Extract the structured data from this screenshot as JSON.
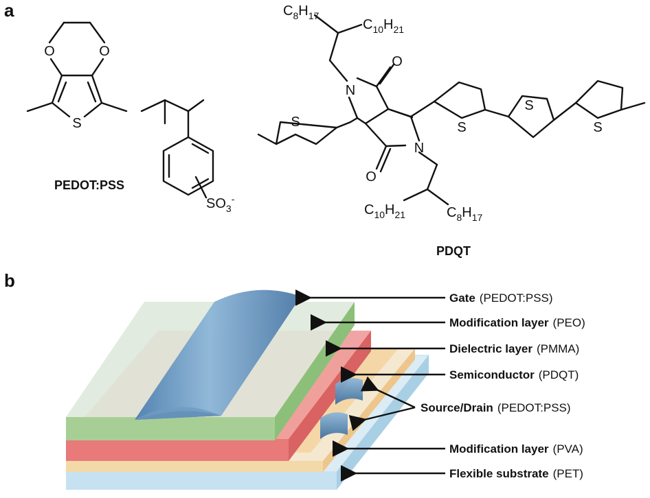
{
  "panels": {
    "a": "a",
    "b": "b"
  },
  "molecules": {
    "pedot_pss_name": "PEDOT:PSS",
    "pdqt_name": "PDQT",
    "atoms": {
      "oxygen": "O",
      "sulfur": "S",
      "nitrogen": "N",
      "sulfonate": "SO3-"
    },
    "side_chains": {
      "c8h17": "C8H17",
      "c10h21": "C10H21"
    }
  },
  "layers": [
    {
      "name": "Gate",
      "material": "(PEDOT:PSS)"
    },
    {
      "name": "Modification layer",
      "material": "(PEO)"
    },
    {
      "name": "Dielectric layer",
      "material": "(PMMA)"
    },
    {
      "name": "Semiconductor",
      "material": "(PDQT)"
    },
    {
      "name": "Source/Drain",
      "material": "(PEDOT:PSS)"
    },
    {
      "name": "Modification layer",
      "material": "(PVA)"
    },
    {
      "name": "Flexible substrate",
      "material": "(PET)"
    }
  ],
  "colors": {
    "gate": "#5d8fbf",
    "peo": "#9fc98f",
    "pmma": "#e87a7a",
    "pdqt": "#f5c98a",
    "pva": "#cfe3ee",
    "pet": "#b9d9ec"
  }
}
